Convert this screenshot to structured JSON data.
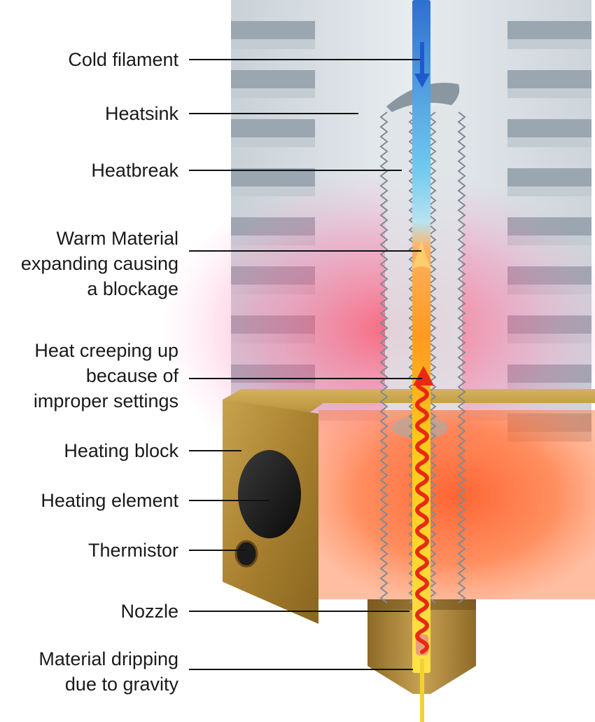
{
  "labels": {
    "cold_filament": "Cold filament",
    "heatsink": "Heatsink",
    "heatbreak": "Heatbreak",
    "warm_material": [
      "Warm Material",
      "expanding causing",
      "a blockage"
    ],
    "heat_creeping": [
      "Heat creeping up",
      "because of",
      "improper settings"
    ],
    "heating_block": "Heating block",
    "heating_element": "Heating element",
    "thermistor": "Thermistor",
    "nozzle": "Nozzle",
    "material_dripping": [
      "Material dripping",
      "due to gravity"
    ]
  },
  "colors": {
    "heatsink": "#d6dde3",
    "fin_shadow": "#9aa6b0",
    "brass": "#b08a3c",
    "brass_dark": "#7a5a20",
    "cold": "#3a7fd8",
    "hot": "#f5c400",
    "heat_glow": "#ff4a3a",
    "arrow_hot": "#e82a12",
    "leader_line": "#111111"
  },
  "icons": {
    "cold_arrow": "arrow-down-icon",
    "heat_arrow": "arrow-up-icon"
  }
}
